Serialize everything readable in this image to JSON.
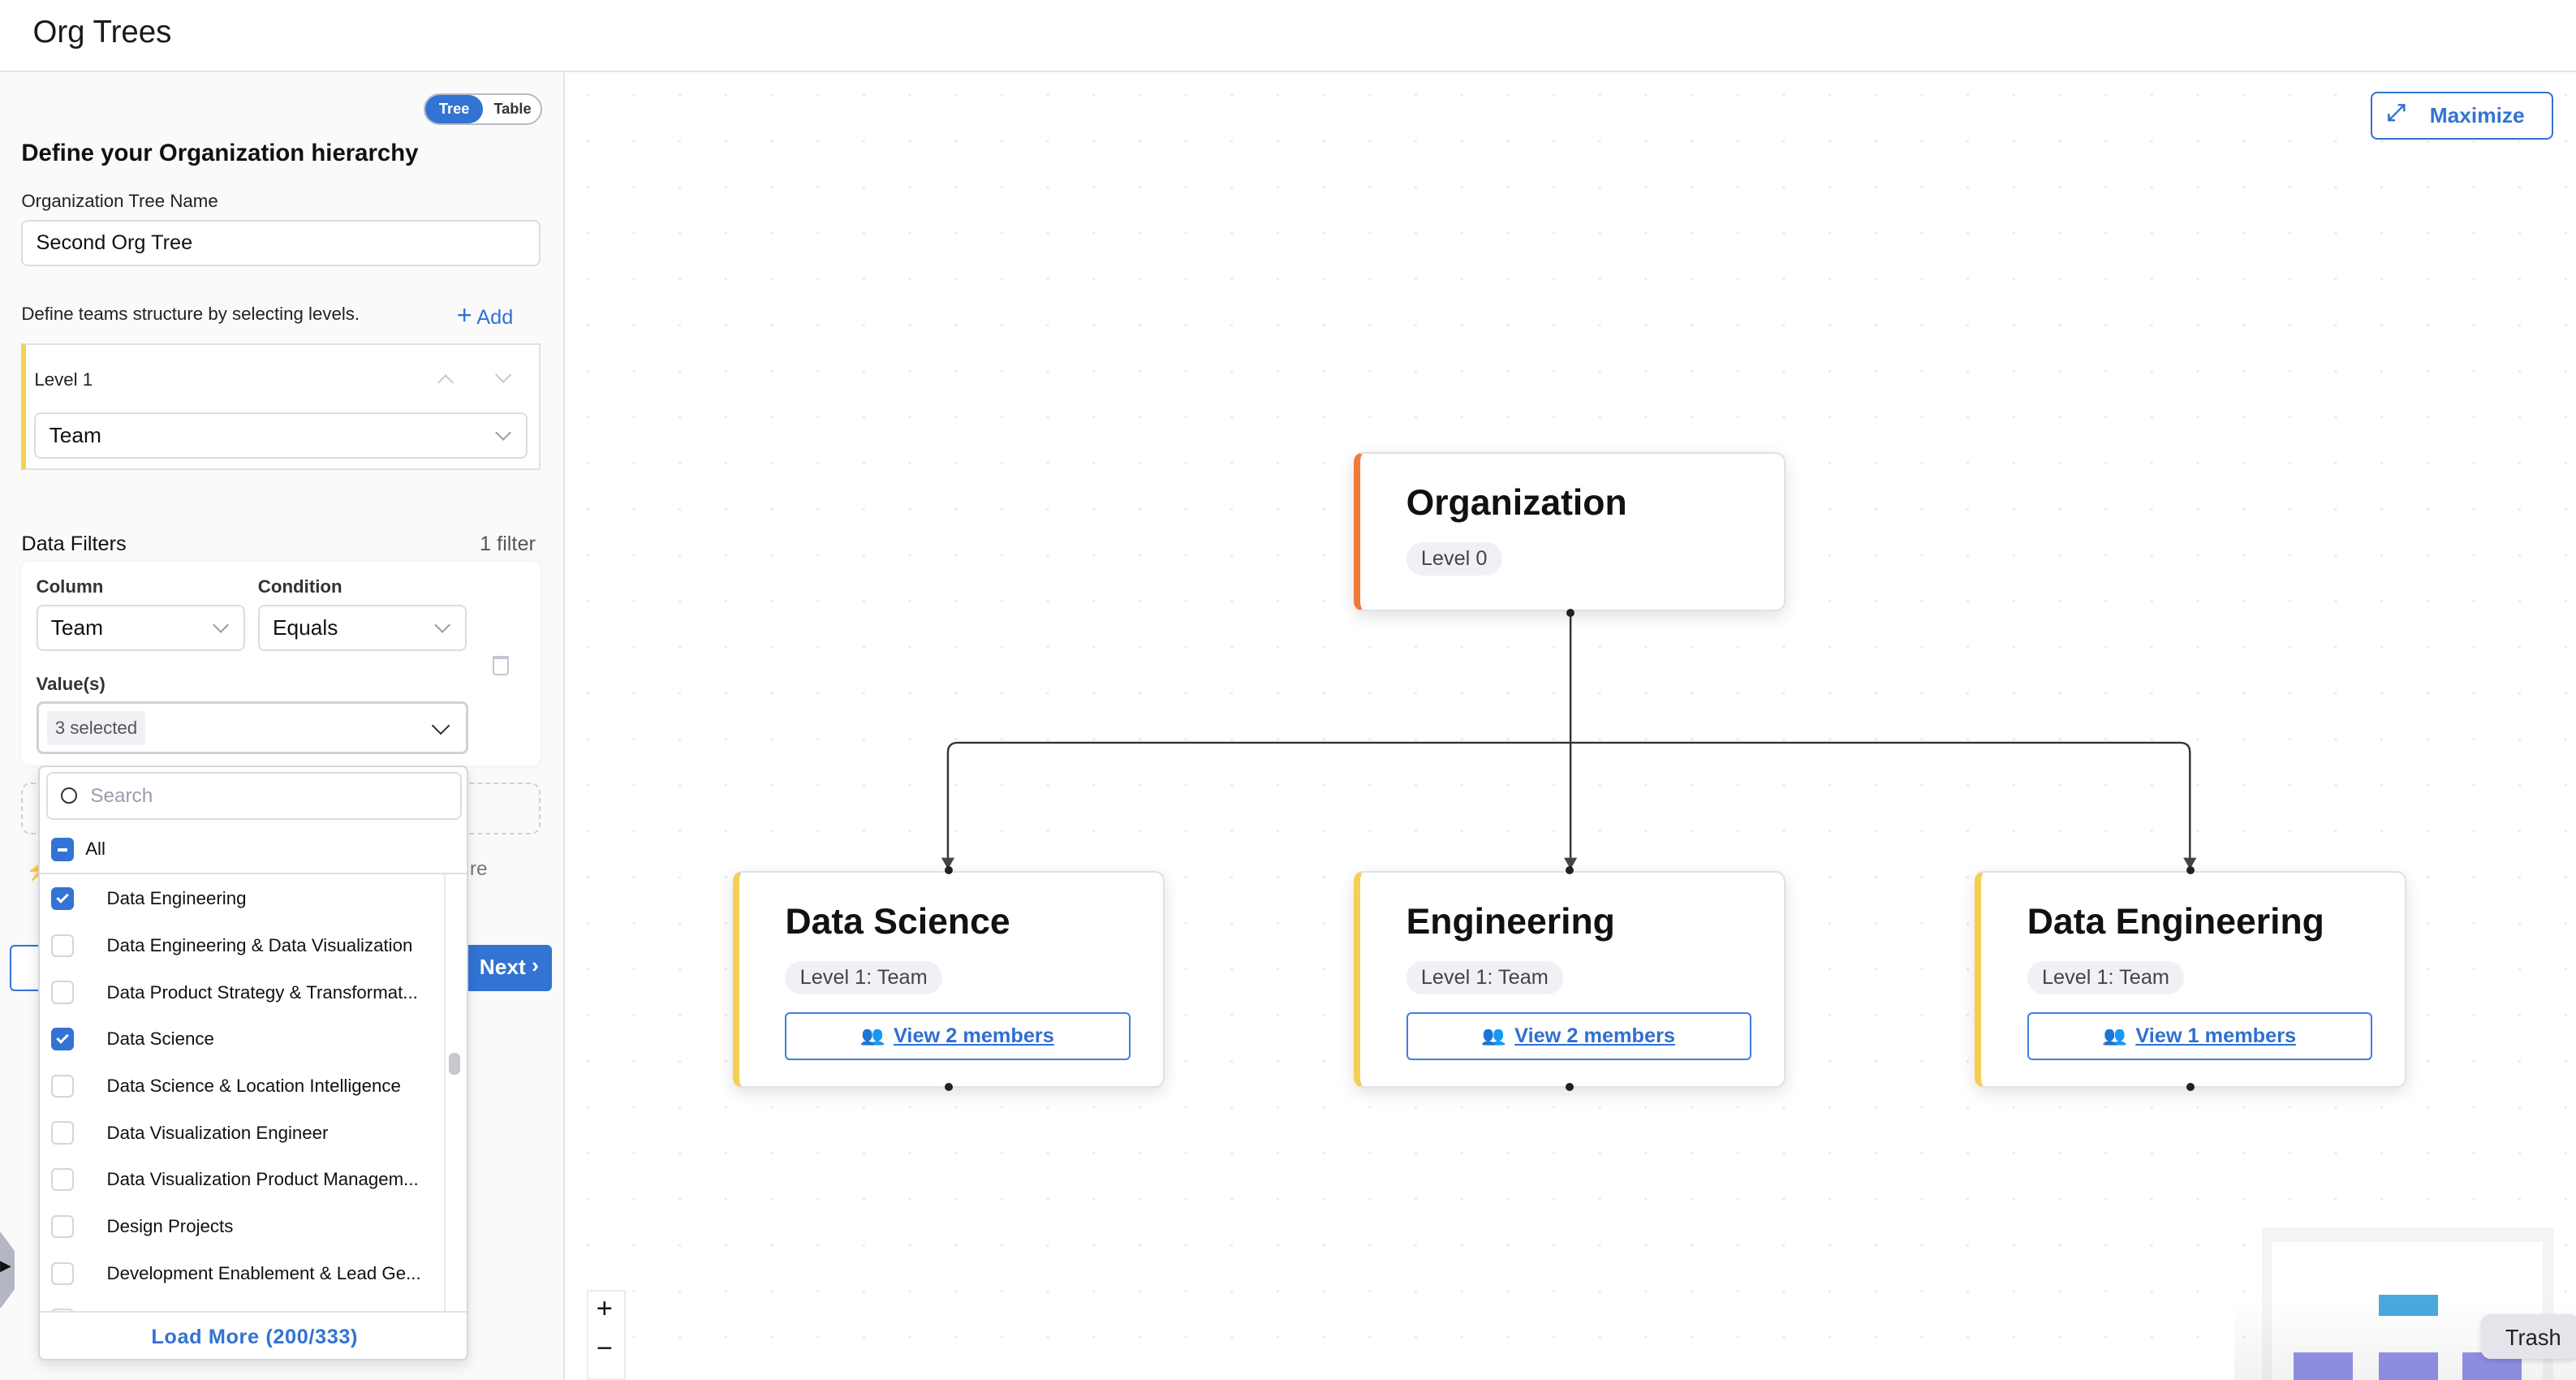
{
  "header": {
    "title": "Org Trees"
  },
  "left_panel": {
    "view_toggle": {
      "tree": "Tree",
      "table": "Table",
      "selected": "Tree"
    },
    "heading": "Define your Organization hierarchy",
    "tree_name_label": "Organization Tree Name",
    "tree_name_value": "Second Org Tree",
    "levels_hint": "Define teams structure by selecting levels.",
    "add_label": "Add",
    "levels": [
      {
        "label": "Level 1",
        "value": "Team"
      }
    ],
    "filters": {
      "title": "Data Filters",
      "count": "1 filter",
      "column_label": "Column",
      "column_value": "Team",
      "condition_label": "Condition",
      "condition_value": "Equals",
      "values_label": "Value(s)",
      "values_summary": "3 selected"
    },
    "hidden_text": "re",
    "next_label": "Next"
  },
  "dropdown": {
    "search_placeholder": "Search",
    "all_label": "All",
    "items": [
      {
        "label": "Data Engineering",
        "checked": true
      },
      {
        "label": "Data Engineering & Data Visualization",
        "checked": false
      },
      {
        "label": "Data Product Strategy & Transformat...",
        "checked": false
      },
      {
        "label": "Data Science",
        "checked": true
      },
      {
        "label": "Data Science & Location Intelligence",
        "checked": false
      },
      {
        "label": "Data Visualization Engineer",
        "checked": false
      },
      {
        "label": "Data Visualization Product Managem...",
        "checked": false
      },
      {
        "label": "Design Projects",
        "checked": false
      },
      {
        "label": "Development Enablement & Lead Ge...",
        "checked": false
      }
    ],
    "load_more": "Load More (200/333)"
  },
  "canvas": {
    "maximize_label": "Maximize",
    "root": {
      "title": "Organization",
      "level": "Level 0"
    },
    "children": [
      {
        "title": "Data Science",
        "level": "Level 1: Team",
        "members": "View 2 members"
      },
      {
        "title": "Engineering",
        "level": "Level 1: Team",
        "members": "View 2 members"
      },
      {
        "title": "Data Engineering",
        "level": "Level 1: Team",
        "members": "View 1 members"
      }
    ],
    "zoom_in": "+",
    "zoom_out": "−",
    "tooltip": "Trash"
  },
  "colors": {
    "accent": "#3273d3",
    "root_stripe": "#ee7a3c",
    "level_stripe": "#f5cf55",
    "minimap_root": "#4aa9dd",
    "minimap_child": "#9293e8"
  }
}
